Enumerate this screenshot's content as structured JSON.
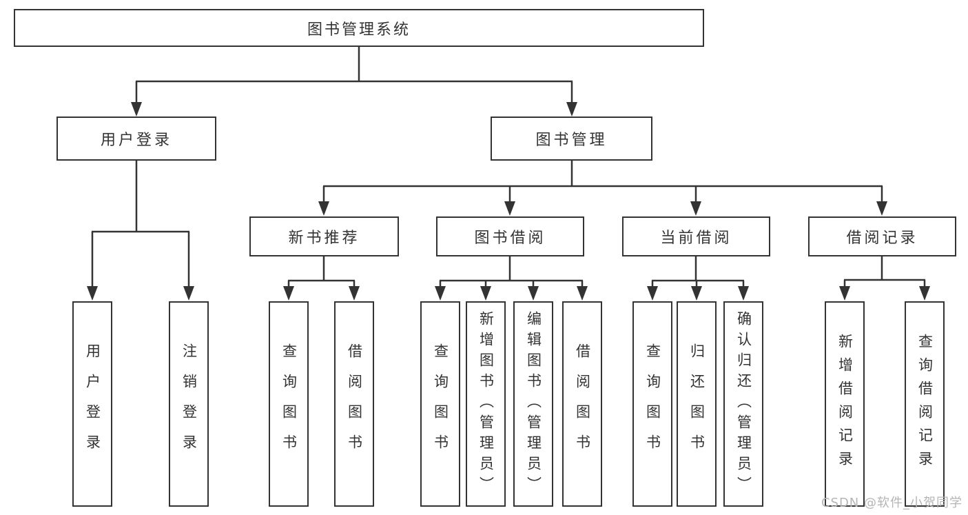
{
  "colors": {
    "line": "#333333",
    "text": "#333333",
    "box_background": "#ffffff",
    "page_background": "#ffffff",
    "watermark": "#b5b5b5"
  },
  "watermark": {
    "text": "CSDN @软件_小贺同学"
  },
  "tree": {
    "label": "图书管理系统",
    "children": [
      {
        "label": "用户登录",
        "children": [
          {
            "label": "用户登录"
          },
          {
            "label": "注销登录"
          }
        ]
      },
      {
        "label": "图书管理",
        "children": [
          {
            "label": "新书推荐",
            "children": [
              {
                "label": "查询图书"
              },
              {
                "label": "借阅图书"
              }
            ]
          },
          {
            "label": "图书借阅",
            "children": [
              {
                "label": "查询图书"
              },
              {
                "label": "新增图书（管理员）"
              },
              {
                "label": "编辑图书（管理员）"
              },
              {
                "label": "借阅图书"
              }
            ]
          },
          {
            "label": "当前借阅",
            "children": [
              {
                "label": "查询图书"
              },
              {
                "label": "归还图书"
              },
              {
                "label": "确认归还（管理员）"
              }
            ]
          },
          {
            "label": "借阅记录",
            "children": [
              {
                "label": "新增借阅记录"
              },
              {
                "label": "查询借阅记录"
              }
            ]
          }
        ]
      }
    ]
  }
}
